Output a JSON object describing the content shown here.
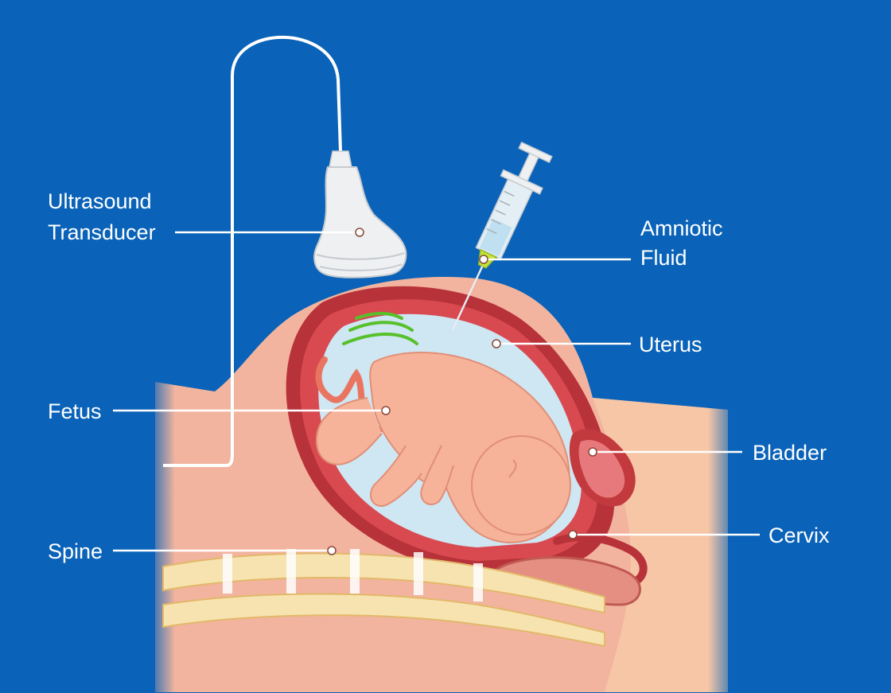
{
  "colors": {
    "background": "#0a63b8",
    "skin": "#f2b49e",
    "uterus_wall": "#b8323a",
    "amniotic_fluid": "#cfe6f3",
    "fetus": "#f6b39a",
    "spine": "#f7e3b0",
    "ultrasound_waves": "#58c02a"
  },
  "labels": {
    "ultrasound_line1": "Ultrasound",
    "ultrasound_line2": "Transducer",
    "amniotic_line1": "Amniotic",
    "amniotic_line2": "Fluid",
    "uterus": "Uterus",
    "fetus": "Fetus",
    "bladder": "Bladder",
    "cervix": "Cervix",
    "spine": "Spine"
  },
  "icons": {
    "transducer": "ultrasound-transducer-icon",
    "syringe": "syringe-icon"
  }
}
